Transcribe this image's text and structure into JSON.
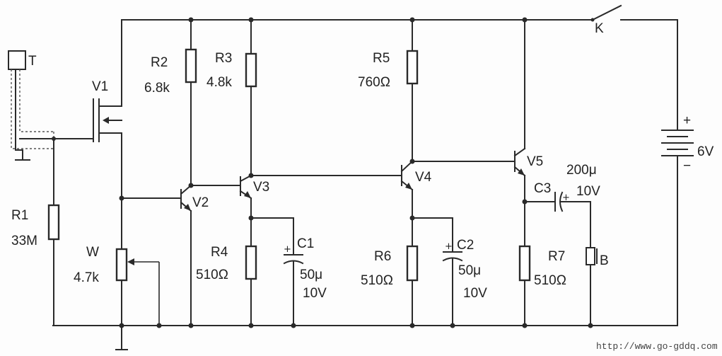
{
  "components": {
    "T": {
      "name": "T"
    },
    "V1": {
      "name": "V1"
    },
    "R1": {
      "name": "R1",
      "value": "33M"
    },
    "W": {
      "name": "W",
      "value": "4.7k"
    },
    "R2": {
      "name": "R2",
      "value": "6.8k"
    },
    "R3": {
      "name": "R3",
      "value": "4.8k"
    },
    "V2": {
      "name": "V2"
    },
    "V3": {
      "name": "V3"
    },
    "R4": {
      "name": "R4",
      "value": "510Ω"
    },
    "C1": {
      "name": "C1",
      "value": "50μ",
      "voltage": "10V"
    },
    "R5": {
      "name": "R5",
      "value": "760Ω"
    },
    "V4": {
      "name": "V4"
    },
    "R6": {
      "name": "R6",
      "value": "510Ω"
    },
    "C2": {
      "name": "C2",
      "value": "50μ",
      "voltage": "10V"
    },
    "V5": {
      "name": "V5"
    },
    "C3": {
      "name": "C3",
      "value": "200μ",
      "voltage": "10V"
    },
    "R7": {
      "name": "R7",
      "value": "510Ω"
    },
    "B": {
      "name": "B"
    },
    "K": {
      "name": "K"
    },
    "battery": {
      "value": "6V",
      "plus": "+",
      "minus": "−"
    }
  },
  "polarity": {
    "c1": "+",
    "c2": "+",
    "c3": "+"
  },
  "watermark": "http://www.go-gddq.com"
}
